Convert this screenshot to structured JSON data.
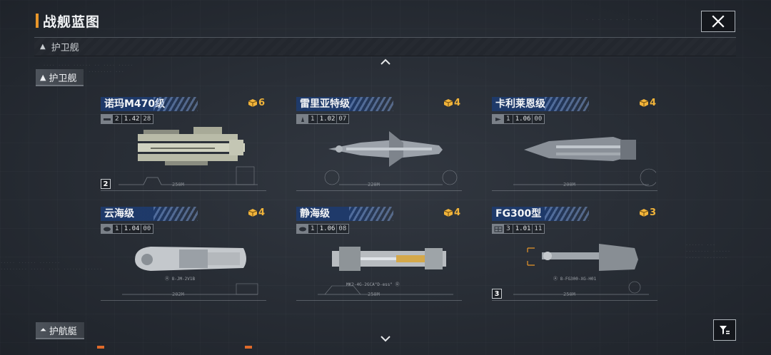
{
  "title": "战舰蓝图",
  "category_dropdown": {
    "label": "护卫舰"
  },
  "sections": {
    "frigate": "护卫舰",
    "escort": "护航艇"
  },
  "ships": [
    {
      "name": "诺玛M470级",
      "cost": "6",
      "tier": "2",
      "stat_main": "1.42",
      "stat_sub": "28",
      "length": "250M",
      "badge": "2"
    },
    {
      "name": "雷里亚特级",
      "cost": "4",
      "tier": "1",
      "stat_main": "1.02",
      "stat_sub": "07",
      "length": "220M"
    },
    {
      "name": "卡利莱恩级",
      "cost": "4",
      "tier": "1",
      "stat_main": "1.06",
      "stat_sub": "00",
      "length": "200M"
    },
    {
      "name": "云海级",
      "cost": "4",
      "tier": "1",
      "stat_main": "1.04",
      "stat_sub": "00",
      "length": "202M",
      "callout": "Ⓐ 8-JM-2V1B"
    },
    {
      "name": "静海级",
      "cost": "4",
      "tier": "1",
      "stat_main": "1.06",
      "stat_sub": "08",
      "length": "250M",
      "callout": "MK2-4G-2GCA\"D-ess\" Ⓑ"
    },
    {
      "name": "FG300型",
      "cost": "3",
      "tier": "3",
      "stat_main": "1.01",
      "stat_sub": "11",
      "length": "250M",
      "badge": "3",
      "callout": "Ⓐ 8-FG300-XG-H01"
    }
  ],
  "icons": {
    "close": "close-icon",
    "filter": "filter-icon",
    "cost": "resource-cube-icon",
    "chevron_up": "chevron-up-icon",
    "chevron_down": "chevron-down-icon"
  },
  "colors": {
    "accent": "#e8962a",
    "cost": "#f2b43a",
    "name_bar": "#1e3a6c",
    "background": "#2b3038"
  }
}
